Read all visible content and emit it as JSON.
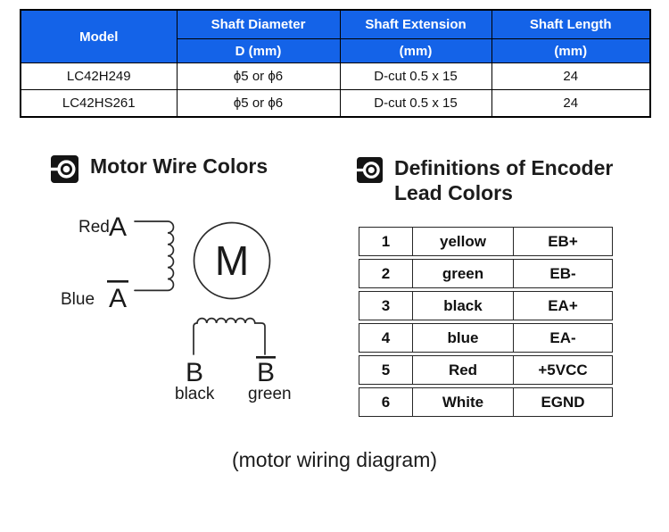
{
  "colors": {
    "header_blue": "#1463e8",
    "header_text": "#ffffff",
    "body_text": "#1a1a1a",
    "table_border": "#000000"
  },
  "icons": {
    "section_marker": "bullseye-target"
  },
  "spec_table": {
    "header": {
      "model": "Model",
      "columns": [
        {
          "title": "Shaft Diameter",
          "unit": "D (mm)"
        },
        {
          "title": "Shaft Extension",
          "unit": "(mm)"
        },
        {
          "title": "Shaft Length",
          "unit": "(mm)"
        }
      ]
    },
    "rows": [
      {
        "model": "LC42H249",
        "shaft_diameter": "ϕ5 or ϕ6",
        "shaft_extension": "D-cut 0.5 x 15",
        "shaft_length": "24"
      },
      {
        "model": "LC42HS261",
        "shaft_diameter": "ϕ5 or ϕ6",
        "shaft_extension": "D-cut 0.5 x 15",
        "shaft_length": "24"
      }
    ]
  },
  "sections": {
    "motor_wire_colors": {
      "title": "Motor Wire Colors"
    },
    "encoder_lead_colors": {
      "title_line1": "Definitions of Encoder",
      "title_line2": "Lead Colors"
    }
  },
  "wiring_diagram": {
    "motor_symbol": "M",
    "phase_a": {
      "terminal": "A",
      "terminal_bar": "A",
      "top_wire_color": "Red",
      "bottom_wire_color": "Blue"
    },
    "phase_b": {
      "terminal": "B",
      "terminal_bar": "B",
      "left_wire_color": "black",
      "right_wire_color": "green"
    },
    "caption": "(motor wiring diagram)"
  },
  "encoder_table": {
    "rows": [
      {
        "pin": "1",
        "color": "yellow",
        "signal": "EB+"
      },
      {
        "pin": "2",
        "color": "green",
        "signal": "EB-"
      },
      {
        "pin": "3",
        "color": "black",
        "signal": "EA+"
      },
      {
        "pin": "4",
        "color": "blue",
        "signal": "EA-"
      },
      {
        "pin": "5",
        "color": "Red",
        "signal": "+5VCC"
      },
      {
        "pin": "6",
        "color": "White",
        "signal": "EGND"
      }
    ]
  }
}
